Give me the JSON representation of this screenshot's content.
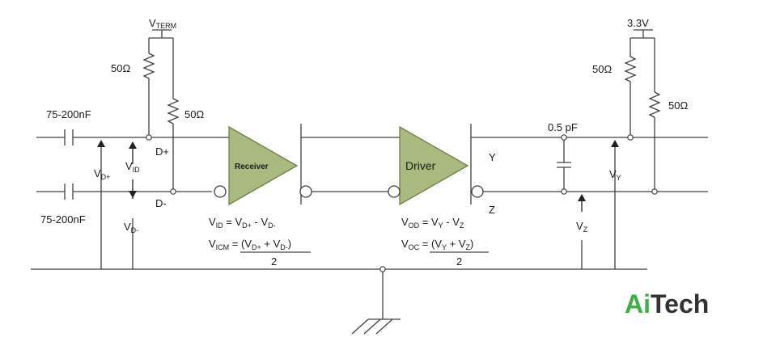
{
  "vterm": {
    "main": "V",
    "sub": "TERM"
  },
  "supply": "3.3V",
  "res": {
    "r1": "50Ω",
    "r2": "50Ω",
    "r3": "50Ω",
    "r4": "50Ω"
  },
  "cap": {
    "top": "75-200nF",
    "bottom": "75-200nF",
    "load": "0.5 pF"
  },
  "nodes": {
    "dplus": "D+",
    "dminus": "D-",
    "y": "Y",
    "z": "Z"
  },
  "volt": {
    "vdp": {
      "main": "V",
      "sub": "D+"
    },
    "vid": {
      "main": "V",
      "sub": "ID"
    },
    "vdm": {
      "main": "V",
      "sub": "D-"
    },
    "vy": {
      "main": "V",
      "sub": "Y"
    },
    "vz": {
      "main": "V",
      "sub": "Z"
    }
  },
  "blocks": {
    "receiver": "Receiver",
    "driver": "Driver"
  },
  "eq": {
    "vid": [
      "V",
      "ID",
      " = V",
      "D+",
      " - V",
      "D-"
    ],
    "vicm_left": [
      "V",
      "ICM",
      " = "
    ],
    "vicm_num": [
      "(V",
      "D+",
      " + V",
      "D-",
      ")"
    ],
    "vicm_den": "2",
    "vod": [
      "V",
      "OD",
      " = V",
      "Y",
      " - V",
      "Z"
    ],
    "voc_left": [
      "V",
      "OC",
      " = "
    ],
    "voc_num": [
      "(V",
      "Y",
      " + V",
      "Z",
      ")"
    ],
    "voc_den": "2"
  },
  "logo": {
    "part1": "Ai",
    "part2": "Tech",
    "color1": "#3cb043",
    "color2": "#333333"
  },
  "colors": {
    "amp_fill": "#a9ba80",
    "wire": "#404040"
  }
}
